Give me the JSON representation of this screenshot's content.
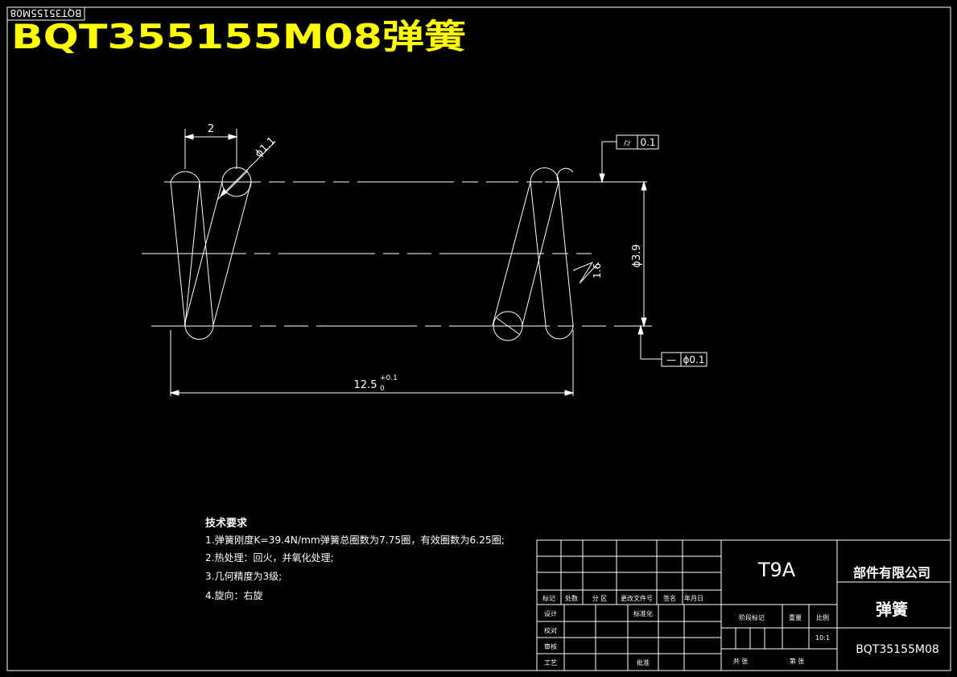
{
  "drawing": {
    "stamp": "BQT35155M08",
    "title": "BQT355155M08弹簧"
  },
  "dimensions": {
    "pitch": "2",
    "wire_dia": "ϕ1.1",
    "outer_dia": "ϕ3.9",
    "length": "12.5",
    "length_lower_tol": "0",
    "length_upper_tol": "+0.1",
    "roughness": "1.6"
  },
  "tolerances": {
    "perpendicularity": {
      "symbol": "⌭",
      "value": "0.1"
    },
    "straightness": {
      "symbol": "—",
      "value": "ϕ0.1"
    }
  },
  "tech_requirements": {
    "heading": "技术要求",
    "items": [
      "1.弹簧刚度K=39.4N/mm弹簧总圈数为7.75圈，有效圈数为6.25圈;",
      "2.热处理：回火，并氧化处理;",
      "3.几何精度为3级;",
      "4.旋向：右旋"
    ]
  },
  "title_block": {
    "material": "T9A",
    "company": "部件有限公司",
    "part_name": "弹簧",
    "drawing_no": "BQT35155M08",
    "rev_headers": [
      "标记",
      "处数",
      "分 区",
      "更改文件号",
      "签名",
      "年月日"
    ],
    "roles_left": [
      "设计",
      "校对",
      "审核",
      "工艺"
    ],
    "roles_mid": [
      "标准化",
      "批准"
    ],
    "stage_mark": "阶段标记",
    "weight": "重量",
    "scale_label": "比例",
    "scale_value": "10:1",
    "sheet_total": "共 张",
    "sheet_no": "第 张"
  }
}
